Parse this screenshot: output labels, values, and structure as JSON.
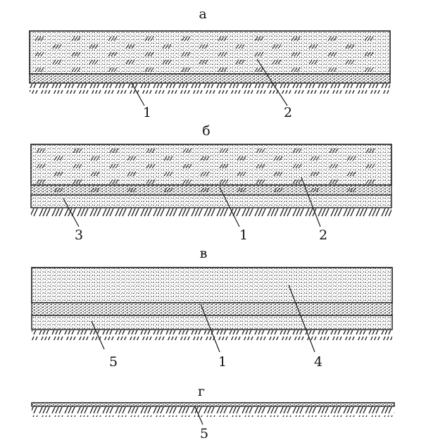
{
  "sections": [
    {
      "id": "a",
      "letter": "а",
      "layers": [
        {
          "kind": "hatched",
          "marker": "2"
        },
        {
          "kind": "thin",
          "marker": "1"
        }
      ]
    },
    {
      "id": "b",
      "letter": "б",
      "layers": [
        {
          "kind": "hatched",
          "marker": "2"
        },
        {
          "kind": "hatched",
          "marker": "1"
        },
        {
          "kind": "base",
          "marker": "3"
        }
      ]
    },
    {
      "id": "v",
      "letter": "в",
      "layers": [
        {
          "kind": "dotted",
          "marker": "4"
        },
        {
          "kind": "dotted",
          "marker": "1"
        },
        {
          "kind": "base",
          "marker": "5"
        }
      ]
    },
    {
      "id": "g",
      "letter": "г",
      "layers": [
        {
          "kind": "film",
          "marker": "5"
        }
      ]
    }
  ],
  "colors": {
    "ink": "#1a1a1a",
    "fill": "#d6d6d6",
    "paper": "#ffffff"
  }
}
